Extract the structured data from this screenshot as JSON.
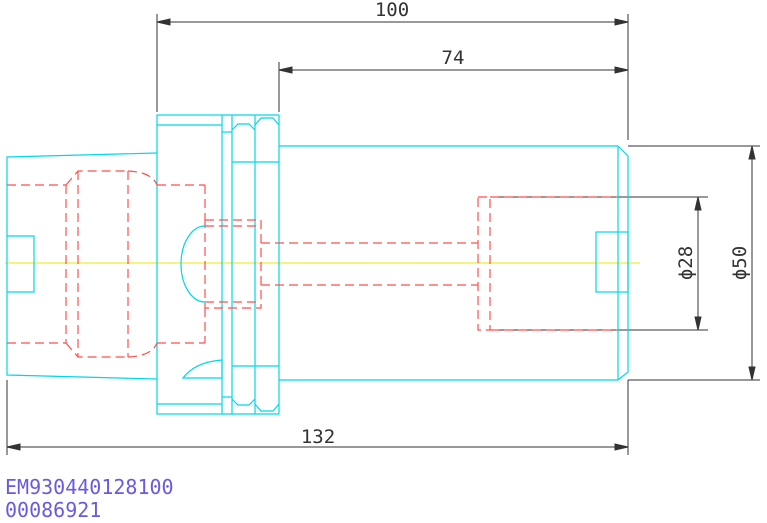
{
  "drawing": {
    "dimensions": {
      "overall_length_top": "100",
      "extension_length": "74",
      "total_length": "132",
      "bore_diameter": "ϕ28",
      "outer_diameter": "ϕ50"
    },
    "codes": {
      "part_number": "EM930440128100",
      "serial": "00086921"
    },
    "colors": {
      "body_outline": "#00d8e8",
      "hidden_lines": "#ff4f4f",
      "centerline": "#e8e800",
      "dimension_lines": "#333333",
      "code_text": "#6a5ae0"
    }
  }
}
